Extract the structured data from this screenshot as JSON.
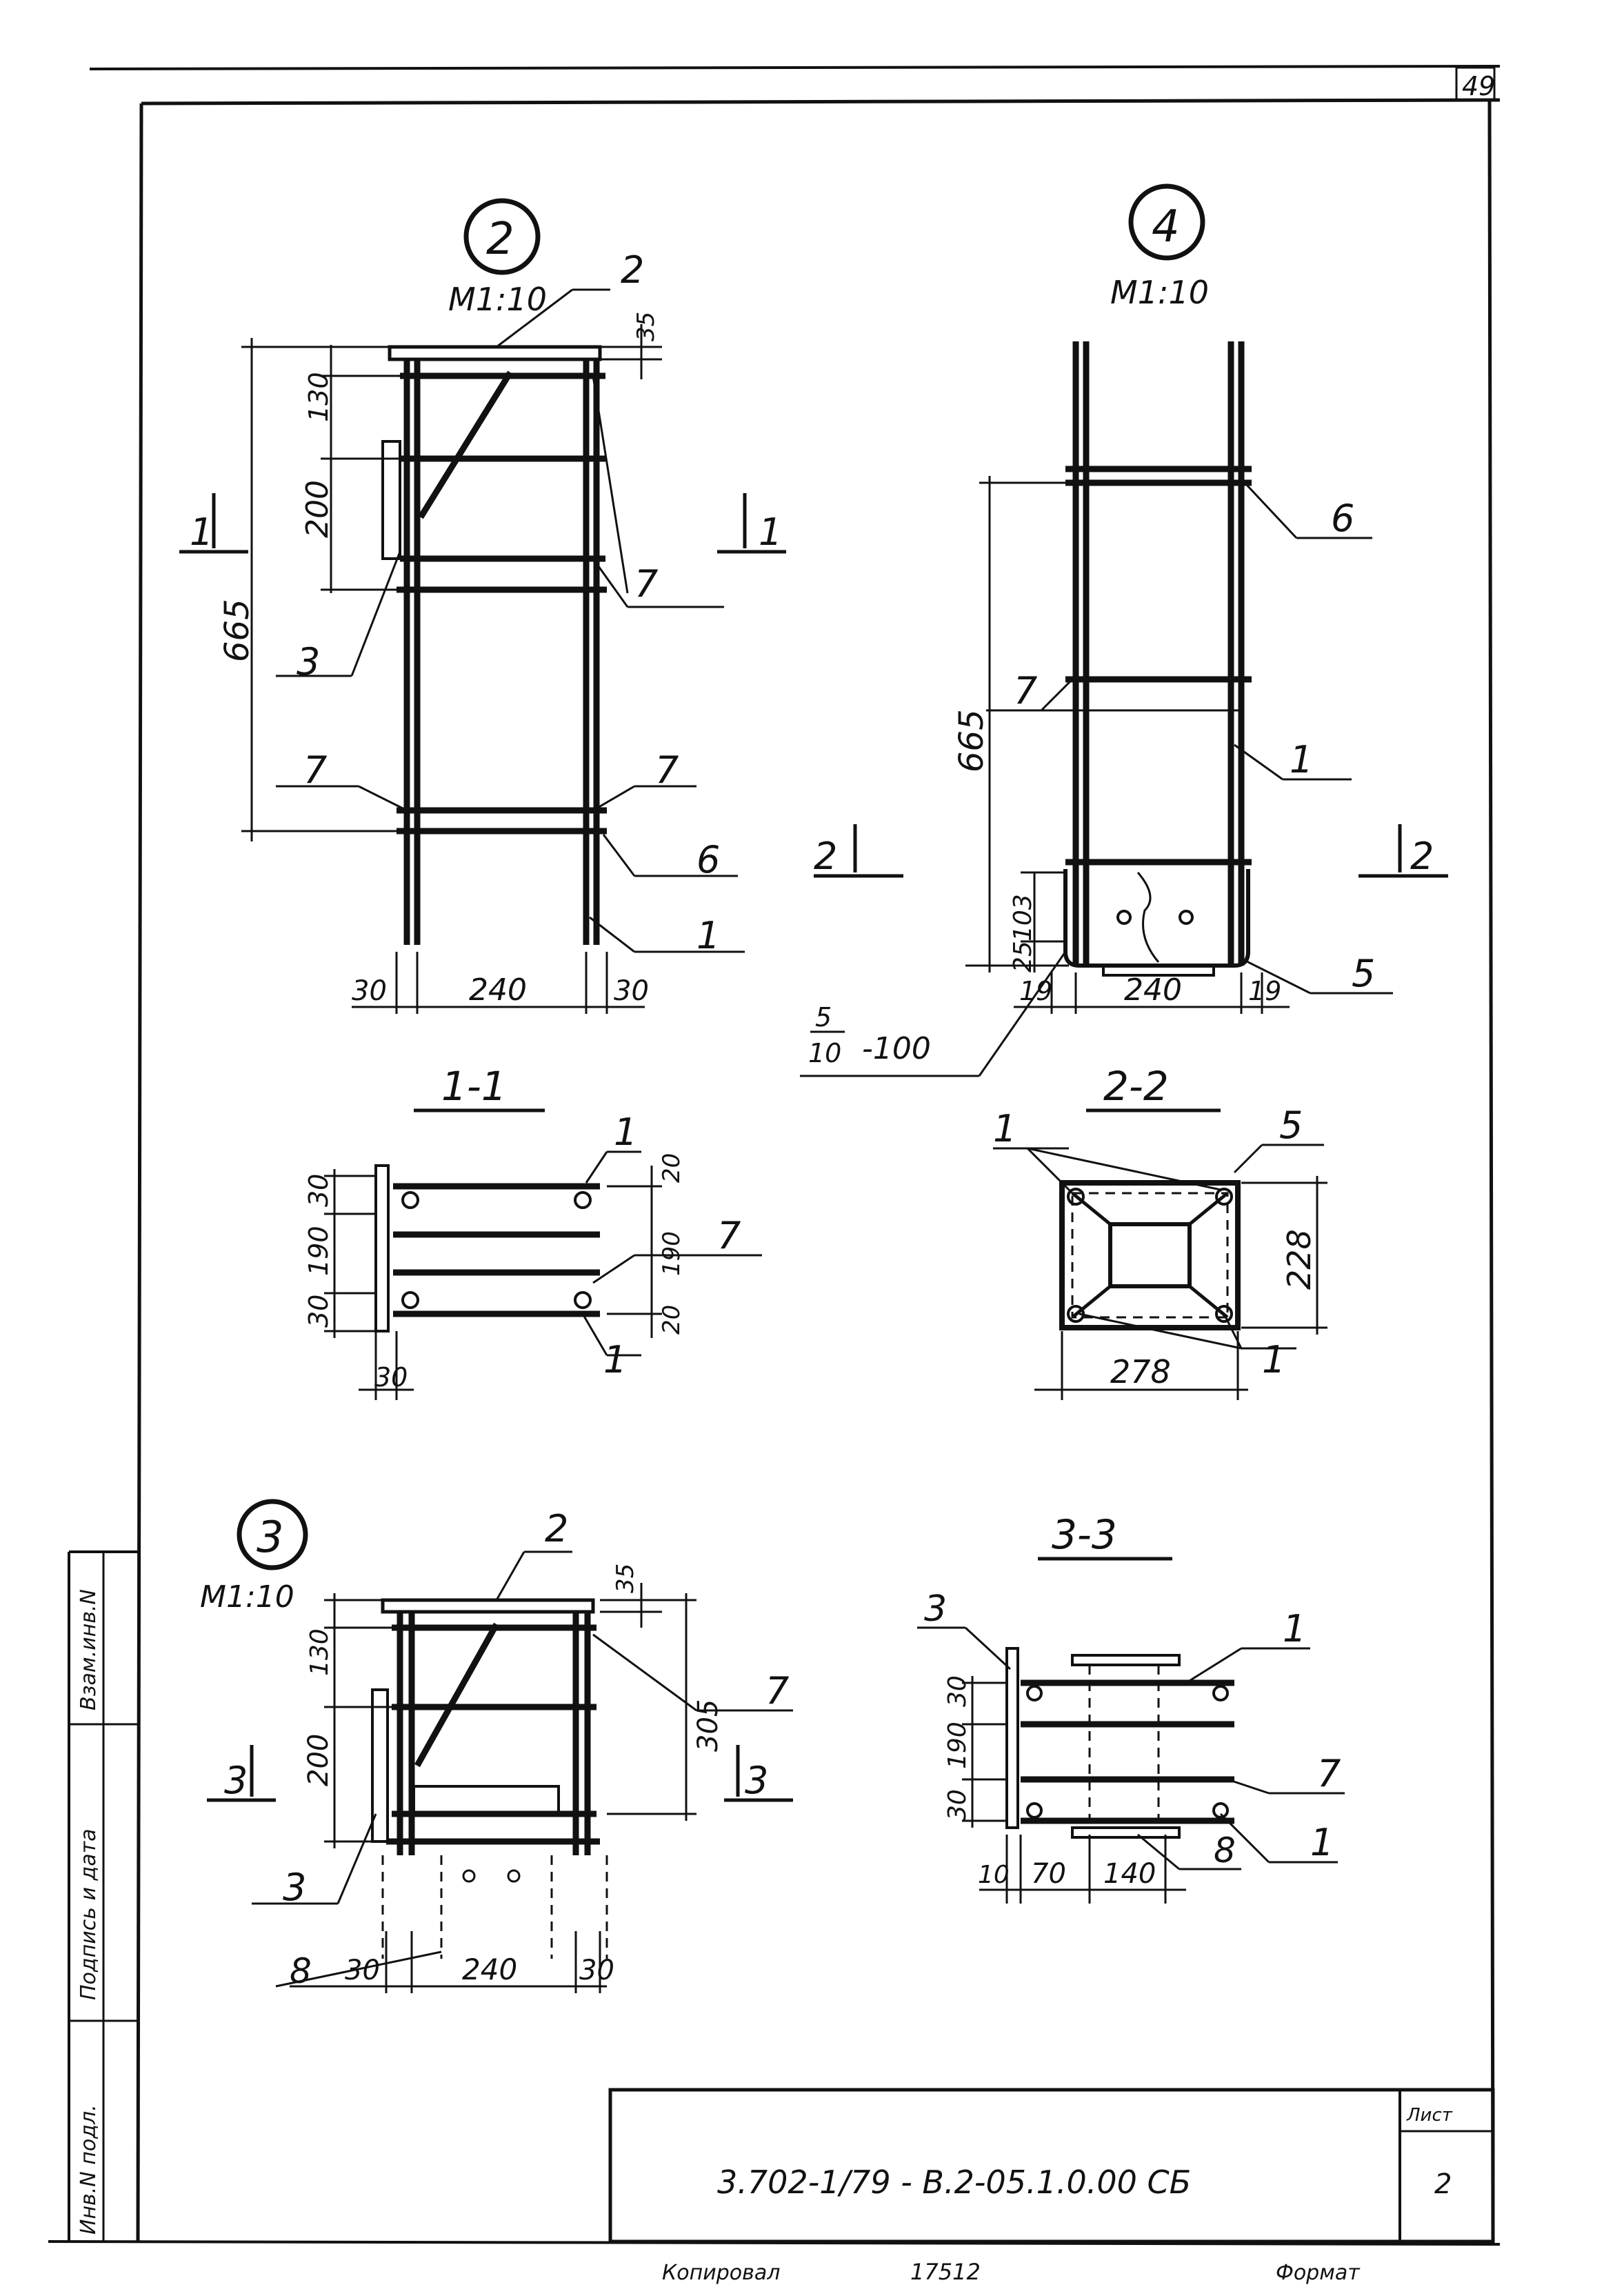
{
  "sheet_number": "49",
  "views": {
    "v2": {
      "mark": "2",
      "scale": "M1:10",
      "labels": {
        "part2": "2",
        "part3": "3",
        "part7a": "7",
        "part7b": "7",
        "part7c": "7",
        "part6": "6",
        "part1": "1",
        "sec_left": "1",
        "sec_right": "1"
      },
      "dims": {
        "d35": "35",
        "d130": "130",
        "d200": "200",
        "d665": "665",
        "d30a": "30",
        "d240": "240",
        "d30b": "30"
      }
    },
    "v4": {
      "mark": "4",
      "scale": "M1:10",
      "labels": {
        "part6": "6",
        "part7": "7",
        "part1": "1",
        "part5": "5",
        "sec_left": "2",
        "sec_right": "2",
        "weld_num": "5",
        "weld_den": "10",
        "weld_len": "-100"
      },
      "dims": {
        "d665": "665",
        "d103": "103",
        "d25": "25",
        "d19a": "19",
        "d240": "240",
        "d19b": "19"
      }
    },
    "s11": {
      "title": "1-1",
      "labels": {
        "part1a": "1",
        "part7": "7",
        "part1b": "1"
      },
      "dims": {
        "d30a": "30",
        "d190": "190",
        "d30b": "30",
        "d20a": "20",
        "d190b": "190",
        "d20b": "20",
        "d30c": "30"
      }
    },
    "s22": {
      "title": "2-2",
      "labels": {
        "part1a": "1",
        "part5": "5",
        "part1b": "1"
      },
      "dims": {
        "d228": "228",
        "d278": "278"
      }
    },
    "v3": {
      "mark": "3",
      "scale": "M1:10",
      "labels": {
        "part2": "2",
        "part7": "7",
        "part3": "3",
        "part8": "8",
        "sec_left": "3",
        "sec_right": "3"
      },
      "dims": {
        "d35": "35",
        "d130": "130",
        "d200": "200",
        "d305": "305",
        "d30a": "30",
        "d240": "240",
        "d30b": "30"
      }
    },
    "s33": {
      "title": "3-3",
      "labels": {
        "part3": "3",
        "part1a": "1",
        "part7": "7",
        "part1b": "1",
        "part8": "8"
      },
      "dims": {
        "d30a": "30",
        "d190": "190",
        "d30b": "30",
        "d10": "10",
        "d70": "70",
        "d140": "140"
      }
    }
  },
  "side_stamp": {
    "col1": "Взам.инв.N",
    "col2": "Подпись и дата",
    "col3": "Инв.N подл."
  },
  "title_block": {
    "designation": "3.702-1/79 - В.2-05.1.0.00 СБ",
    "sheet_label": "Лист",
    "sheet_value": "2"
  },
  "footer": {
    "copied": "Копировал",
    "order": "17512",
    "format": "Формат"
  }
}
